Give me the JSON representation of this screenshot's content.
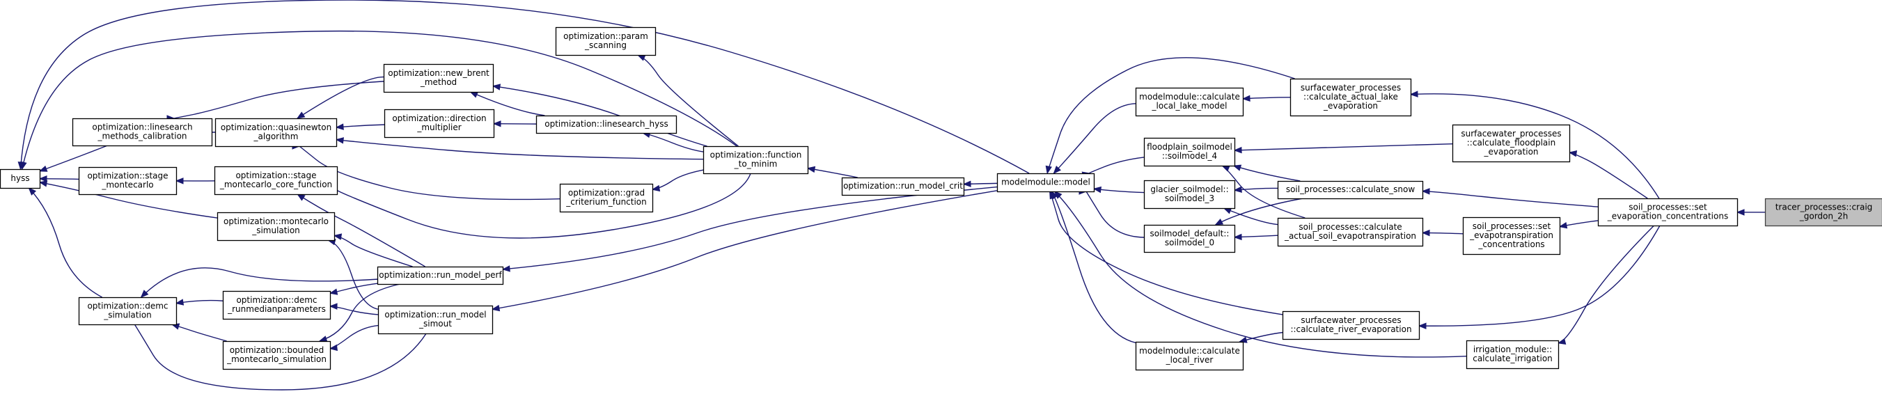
{
  "graph": {
    "colors": {
      "edge": "#191970",
      "node_fill": "#ffffff",
      "node_border": "#000000",
      "root_fill": "#bfbfbf"
    },
    "nodes": [
      {
        "id": "hyss",
        "lines": [
          "hyss"
        ]
      },
      {
        "id": "ls_calib",
        "lines": [
          "optimization::linesearch",
          "_methods_calibration"
        ]
      },
      {
        "id": "stage_mc",
        "lines": [
          "optimization::stage",
          "_montecarlo"
        ]
      },
      {
        "id": "demc_sim",
        "lines": [
          "optimization::demc",
          "_simulation"
        ]
      },
      {
        "id": "param_scan",
        "lines": [
          "optimization::param",
          "_scanning"
        ]
      },
      {
        "id": "new_brent",
        "lines": [
          "optimization::new_brent",
          "_method"
        ]
      },
      {
        "id": "quasinewton",
        "lines": [
          "optimization::quasinewton",
          "_algorithm"
        ]
      },
      {
        "id": "direction",
        "lines": [
          "optimization::direction",
          "_multiplier"
        ]
      },
      {
        "id": "ls_hyss",
        "lines": [
          "optimization::linesearch_hyss"
        ]
      },
      {
        "id": "stage_core",
        "lines": [
          "optimization::stage",
          "_montecarlo_core_function"
        ]
      },
      {
        "id": "grad",
        "lines": [
          "optimization::grad",
          "_criterium_function"
        ]
      },
      {
        "id": "mc_sim",
        "lines": [
          "optimization::montecarlo",
          "_simulation"
        ]
      },
      {
        "id": "demc_runmed",
        "lines": [
          "optimization::demc",
          "_runmedianparameters"
        ]
      },
      {
        "id": "bounded_mc",
        "lines": [
          "optimization::bounded",
          "_montecarlo_simulation"
        ]
      },
      {
        "id": "run_perf",
        "lines": [
          "optimization::run_model_perf"
        ]
      },
      {
        "id": "run_simout",
        "lines": [
          "optimization::run_model",
          "_simout"
        ]
      },
      {
        "id": "func_min",
        "lines": [
          "optimization::function",
          "_to_minim"
        ]
      },
      {
        "id": "run_crit",
        "lines": [
          "optimization::run_model_crit"
        ]
      },
      {
        "id": "model",
        "lines": [
          "modelmodule::model"
        ]
      },
      {
        "id": "calc_lake",
        "lines": [
          "modelmodule::calculate",
          "_local_lake_model"
        ]
      },
      {
        "id": "floodplain",
        "lines": [
          "floodplain_soilmodel",
          "::soilmodel_4"
        ]
      },
      {
        "id": "glacier",
        "lines": [
          "glacier_soilmodel::",
          "soilmodel_3"
        ]
      },
      {
        "id": "soil_default",
        "lines": [
          "soilmodel_default::",
          "soilmodel_0"
        ]
      },
      {
        "id": "calc_river",
        "lines": [
          "modelmodule::calculate",
          "_local_river"
        ]
      },
      {
        "id": "sw_lake",
        "lines": [
          "surfacewater_processes",
          "::calculate_actual_lake",
          "_evaporation"
        ]
      },
      {
        "id": "snow",
        "lines": [
          "soil_processes::calculate_snow"
        ]
      },
      {
        "id": "actual_soil",
        "lines": [
          "soil_processes::calculate",
          "_actual_soil_evapotranspiration"
        ]
      },
      {
        "id": "sw_river",
        "lines": [
          "surfacewater_processes",
          "::calculate_river_evaporation"
        ]
      },
      {
        "id": "sw_flood",
        "lines": [
          "surfacewater_processes",
          "::calculate_floodplain",
          "_evaporation"
        ]
      },
      {
        "id": "set_evapot",
        "lines": [
          "soil_processes::set",
          "_evapotranspiration",
          "_concentrations"
        ]
      },
      {
        "id": "irrigation",
        "lines": [
          "irrigation_module::",
          "calculate_irrigation"
        ]
      },
      {
        "id": "set_evap_conc",
        "lines": [
          "soil_processes::set",
          "_evaporation_concentrations"
        ]
      },
      {
        "id": "root",
        "lines": [
          "tracer_processes::craig",
          "_gordon_2h"
        ]
      }
    ]
  }
}
